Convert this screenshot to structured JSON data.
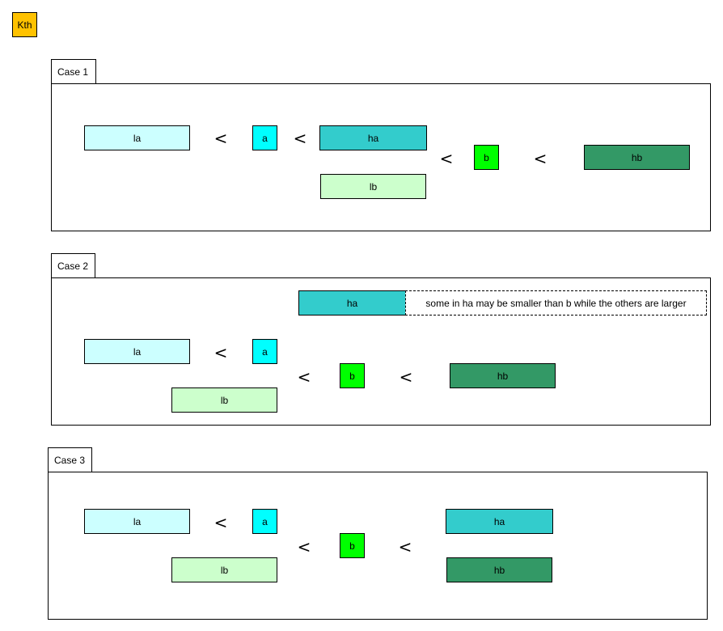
{
  "header": {
    "title": "Kth"
  },
  "cases": [
    {
      "label": "Case 1",
      "la": "la",
      "a": "a",
      "ha": "ha",
      "lb": "lb",
      "b": "b",
      "hb": "hb",
      "op": "<"
    },
    {
      "label": "Case 2",
      "la": "la",
      "a": "a",
      "ha": "ha",
      "lb": "lb",
      "b": "b",
      "hb": "hb",
      "op": "<",
      "note": "some in ha may be smaller than b while the others are larger"
    },
    {
      "label": "Case 3",
      "la": "la",
      "a": "a",
      "ha": "ha",
      "lb": "lb",
      "b": "b",
      "hb": "hb",
      "op": "<"
    }
  ],
  "colors": {
    "kth": "#ffc200",
    "la": "#ccffff",
    "a": "#00ffff",
    "ha": "#33cccc",
    "lb": "#ccffcc",
    "b": "#00ff00",
    "hb": "#339966"
  }
}
